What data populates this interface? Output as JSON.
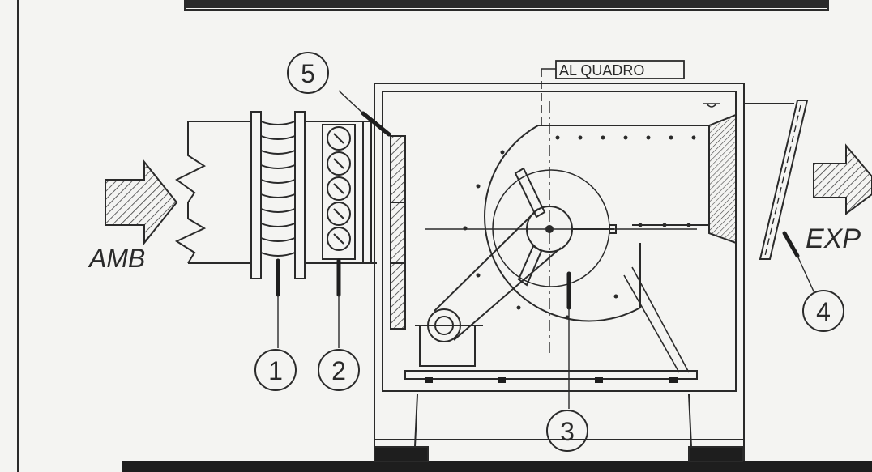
{
  "labels": {
    "inlet": "AMB",
    "outlet": "EXP",
    "panel": "AL QUADRO"
  },
  "callouts": [
    {
      "id": "1",
      "text": "1"
    },
    {
      "id": "2",
      "text": "2"
    },
    {
      "id": "3",
      "text": "3"
    },
    {
      "id": "4",
      "text": "4"
    },
    {
      "id": "5",
      "text": "5"
    }
  ],
  "colors": {
    "ink": "#2a2a2a",
    "paper": "#f4f4f2",
    "dark_fill": "#1e1e1e"
  }
}
